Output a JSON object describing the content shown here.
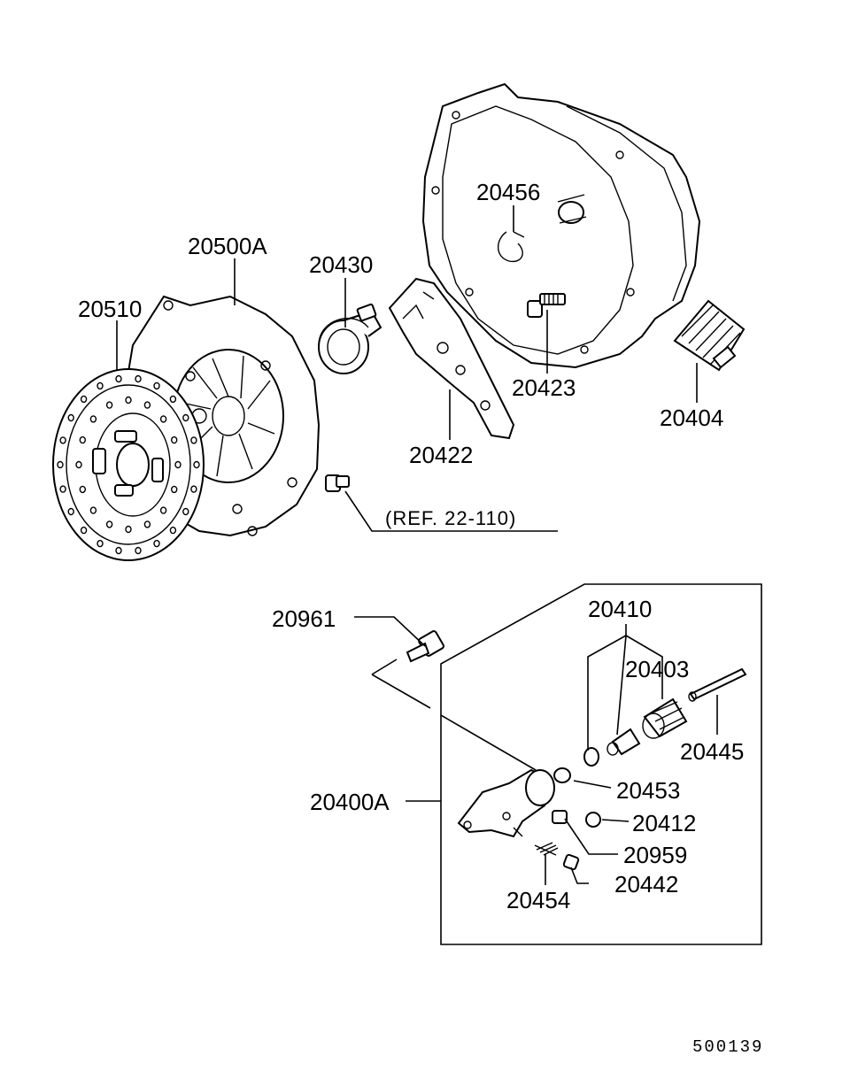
{
  "labels": {
    "p20456": "20456",
    "p20500A": "20500A",
    "p20430": "20430",
    "p20510": "20510",
    "p20423": "20423",
    "p20404": "20404",
    "p20422": "20422",
    "ref": "(REF. 22-110)",
    "p20961": "20961",
    "p20410": "20410",
    "p20403": "20403",
    "p20445": "20445",
    "p20400A": "20400A",
    "p20453": "20453",
    "p20412": "20412",
    "p20959": "20959",
    "p20442": "20442",
    "p20454": "20454"
  },
  "footer": {
    "diagram_code": "500139"
  }
}
